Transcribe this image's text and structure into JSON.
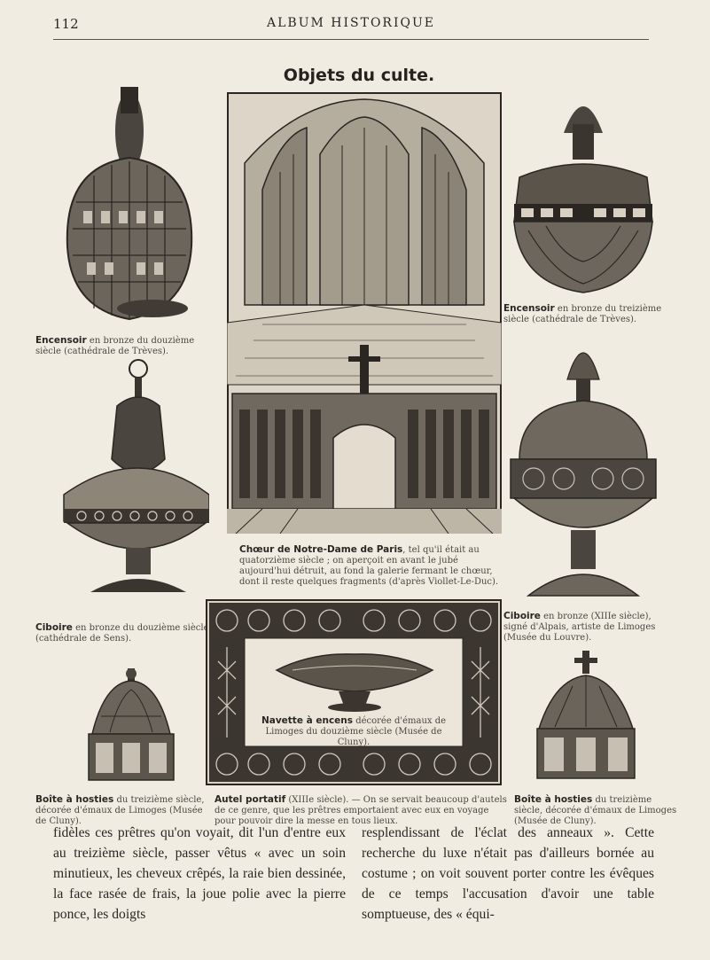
{
  "header": {
    "page_number": "112",
    "running_title": "ALBUM HISTORIQUE"
  },
  "section_title": "Objets du culte.",
  "captions": {
    "encensoir_left": {
      "title": "Encensoir",
      "text": "en bronze du douzième siècle (cathédrale de Trèves)."
    },
    "encensoir_right": {
      "title": "Encensoir",
      "text": "en bronze du treizième siècle (cathédrale de Trèves)."
    },
    "choeur": {
      "title": "Chœur de Notre-Dame de Paris",
      "text": ", tel qu'il était au quatorzième siècle ; on aperçoit en avant le jubé aujourd'hui détruit, au fond la galerie fermant le chœur, dont il reste quelques fragments (d'après Viollet-Le-Duc)."
    },
    "ciboire_left": {
      "title": "Ciboire",
      "text": "en bronze du douzième siècle (cathédrale de Sens)."
    },
    "ciboire_right": {
      "title": "Ciboire",
      "text": "en bronze (XIIIe siècle), signé d'Alpais, artiste de Limoges (Musée du Louvre)."
    },
    "navette": {
      "title": "Navette à encens",
      "text": "décorée d'émaux de Limoges du douzième siècle (Musée de Cluny)."
    },
    "boite_left": {
      "title": "Boîte à hosties",
      "text": "du treizième siècle, décorée d'émaux de Limoges (Musée de Cluny)."
    },
    "autel": {
      "title": "Autel portatif",
      "text": "(XIIIe siècle). — On se servait beaucoup d'autels de ce genre, que les prêtres emportaient avec eux en voyage pour pouvoir dire la messe en tous lieux."
    },
    "boite_right": {
      "title": "Boîte à hosties",
      "text": "du treizième siècle, décorée d'émaux de Limoges (Musée de Cluny)."
    }
  },
  "body_text": {
    "left_column": "fidèles ces prêtres qu'on voyait, dit l'un d'entre eux au treizième siècle, passer vêtus « avec un soin minutieux, les cheveux crêpés, la raie bien dessinée, la face rasée de frais, la joue polie avec la pierre ponce, les doigts",
    "right_column": "resplendissant de l'éclat des anneaux ». Cette recherche du luxe n'était pas d'ailleurs bornée au costume ; on voit souvent porter contre les évêques de ce temps l'accusation d'avoir une table somptueuse, des « équi-"
  }
}
